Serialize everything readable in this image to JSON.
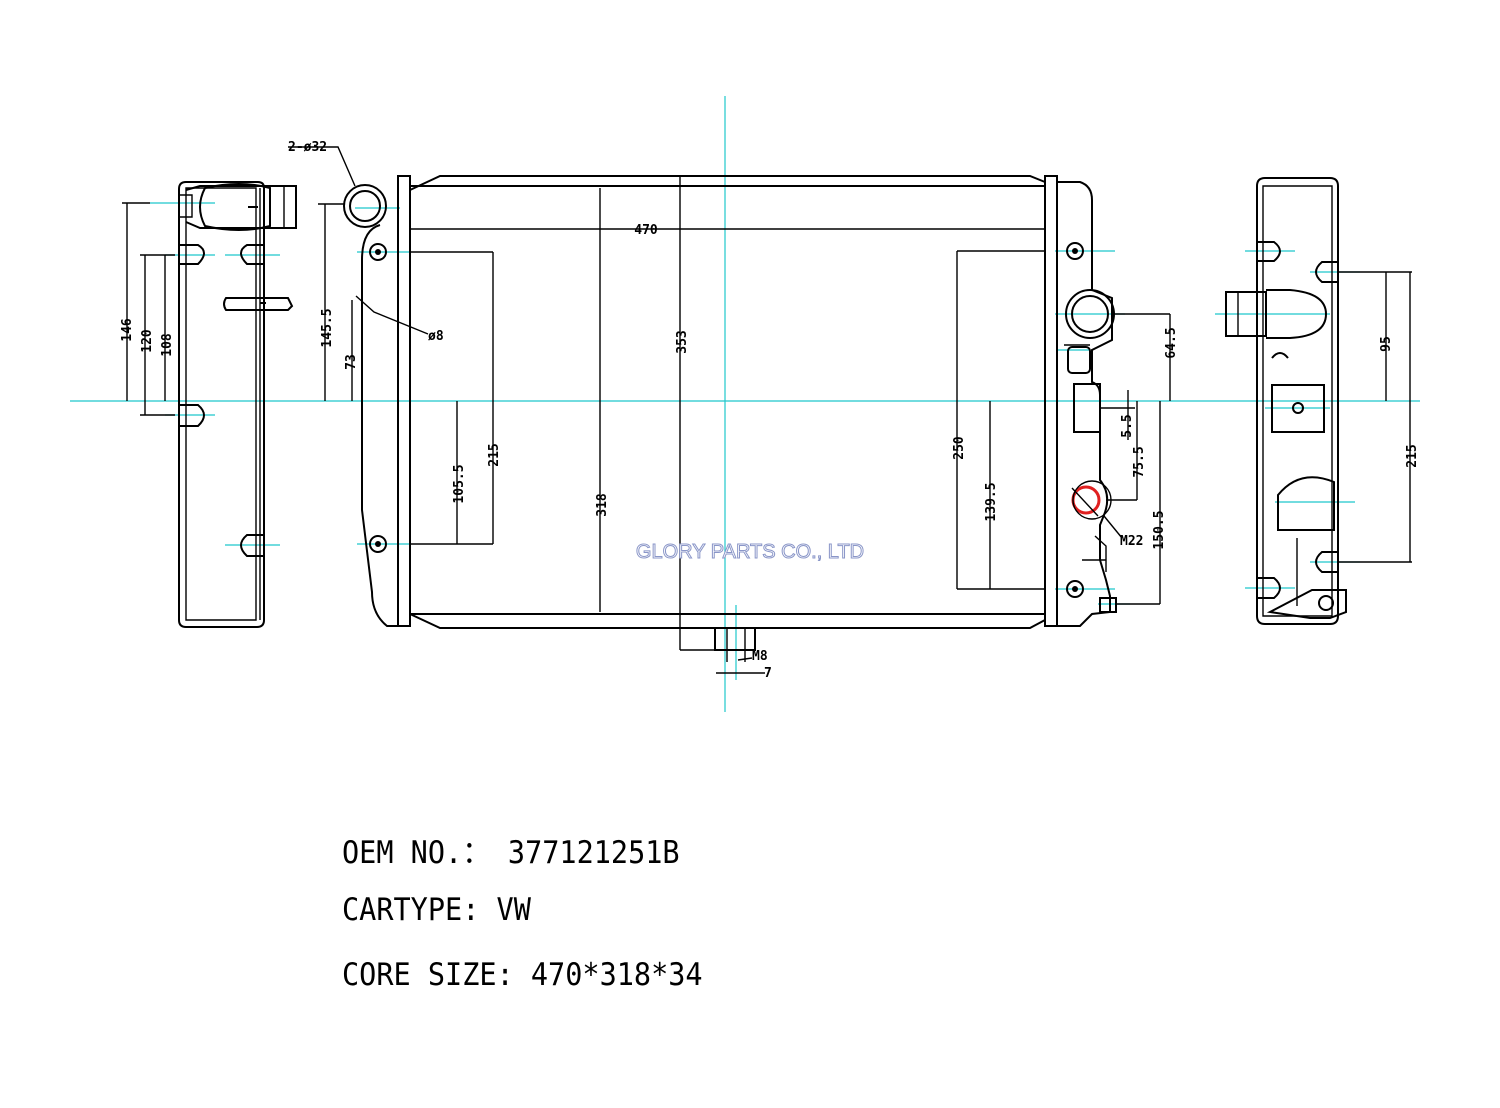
{
  "drawing": {
    "labels": {
      "inlet_callout": "2-ø32",
      "hole_callout": "ø8",
      "width": "470",
      "height_total": "353",
      "core_height": "318",
      "left_146": "146",
      "left_120": "120",
      "left_108": "108",
      "left_145_5": "145.5",
      "left_73": "73",
      "left_105_5": "105.5",
      "left_215": "215",
      "right_250": "250",
      "right_139_5": "139.5",
      "right_64_5": "64.5",
      "right_5_5": "5.5",
      "right_75_5": "75.5",
      "right_150_5": "150.5",
      "drain_callout": "M22",
      "bottom_m8": "M8",
      "bottom_7": "7",
      "side_95": "95",
      "side_215": "215"
    },
    "watermark": "GLORY PARTS CO., LTD",
    "colors": {
      "centerline": "#1ec8cc",
      "highlight": "#e02020",
      "watermark": "#8a96c8"
    }
  },
  "info": {
    "oem_label": "OEM NO.：",
    "oem_value": "377121251B",
    "cartype_label": "CARTYPE:",
    "cartype_value": "VW",
    "core_label": "CORE SIZE:",
    "core_value": "470*318*34"
  }
}
